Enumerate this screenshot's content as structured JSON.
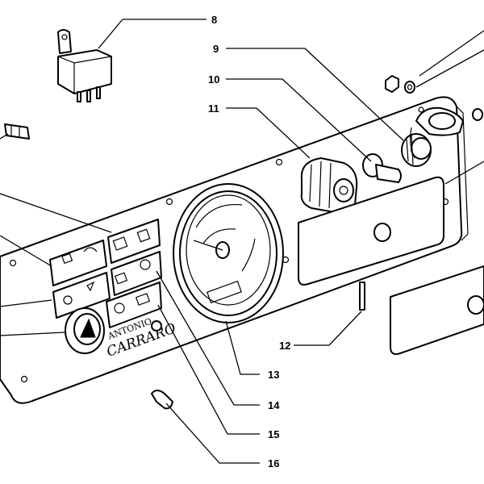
{
  "callouts": {
    "c8": "8",
    "c9": "9",
    "c10": "10",
    "c11": "11",
    "c12": "12",
    "c13": "13",
    "c14": "14",
    "c15": "15",
    "c16": "16"
  },
  "brand": {
    "line1": "ANTONIO",
    "line2": "CARRARO"
  },
  "colors": {
    "ink": "#000000",
    "paper": "#ffffff"
  }
}
